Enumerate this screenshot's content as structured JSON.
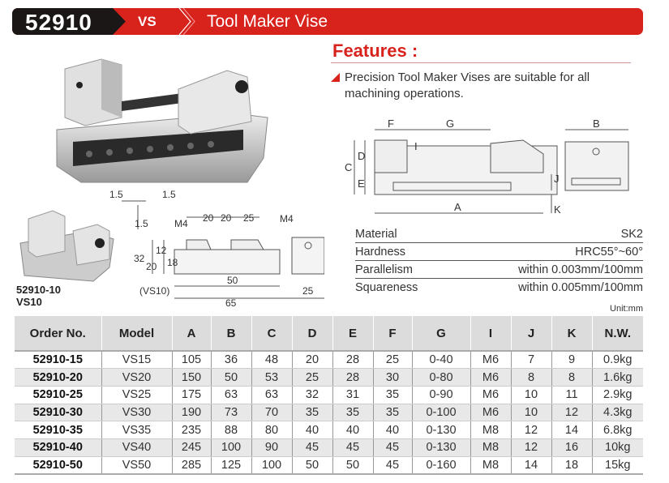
{
  "header": {
    "code": "52910",
    "series": "VS",
    "title": "Tool Maker Vise"
  },
  "features": {
    "heading": "Features :",
    "items": [
      "Precision Tool Maker Vises are suitable for all machining operations."
    ]
  },
  "diagram": {
    "labels": [
      "F",
      "G",
      "B",
      "D",
      "I",
      "C",
      "E",
      "J",
      "A",
      "K"
    ]
  },
  "specs": [
    {
      "label": "Material",
      "value": "SK2"
    },
    {
      "label": "Hardness",
      "value": "HRC55°~60°"
    },
    {
      "label": "Parallelism",
      "value": "within 0.003mm/100mm"
    },
    {
      "label": "Squareness",
      "value": "within 0.005mm/100mm"
    }
  ],
  "small_vise": {
    "order": "52910-10",
    "model": "VS10"
  },
  "vs10_drawing": {
    "d1": "1.5",
    "d2": "1.5",
    "d3": "1.5",
    "m4a": "M4",
    "m4b": "M4",
    "w1": "20",
    "w2": "20",
    "w3": "25",
    "h32": "32",
    "h20": "20",
    "h12": "12",
    "h18": "18",
    "caption": "(VS10)",
    "w50": "50",
    "w65": "65",
    "w25": "25"
  },
  "unit": "Unit:mm",
  "table": {
    "headers": [
      "Order No.",
      "Model",
      "A",
      "B",
      "C",
      "D",
      "E",
      "F",
      "G",
      "I",
      "J",
      "K",
      "N.W."
    ],
    "rows": [
      [
        "52910-15",
        "VS15",
        "105",
        "36",
        "48",
        "20",
        "28",
        "25",
        "0-40",
        "M6",
        "7",
        "9",
        "0.9kg"
      ],
      [
        "52910-20",
        "VS20",
        "150",
        "50",
        "53",
        "25",
        "28",
        "30",
        "0-80",
        "M6",
        "8",
        "8",
        "1.6kg"
      ],
      [
        "52910-25",
        "VS25",
        "175",
        "63",
        "63",
        "32",
        "31",
        "35",
        "0-90",
        "M6",
        "10",
        "11",
        "2.9kg"
      ],
      [
        "52910-30",
        "VS30",
        "190",
        "73",
        "70",
        "35",
        "35",
        "35",
        "0-100",
        "M6",
        "10",
        "12",
        "4.3kg"
      ],
      [
        "52910-35",
        "VS35",
        "235",
        "88",
        "80",
        "40",
        "40",
        "40",
        "0-130",
        "M8",
        "12",
        "14",
        "6.8kg"
      ],
      [
        "52910-40",
        "VS40",
        "245",
        "100",
        "90",
        "45",
        "45",
        "45",
        "0-130",
        "M8",
        "12",
        "16",
        "10kg"
      ],
      [
        "52910-50",
        "VS50",
        "285",
        "125",
        "100",
        "50",
        "50",
        "45",
        "0-160",
        "M8",
        "14",
        "18",
        "15kg"
      ]
    ]
  },
  "colors": {
    "brand_red": "#d8231d",
    "dark": "#1b1716"
  }
}
